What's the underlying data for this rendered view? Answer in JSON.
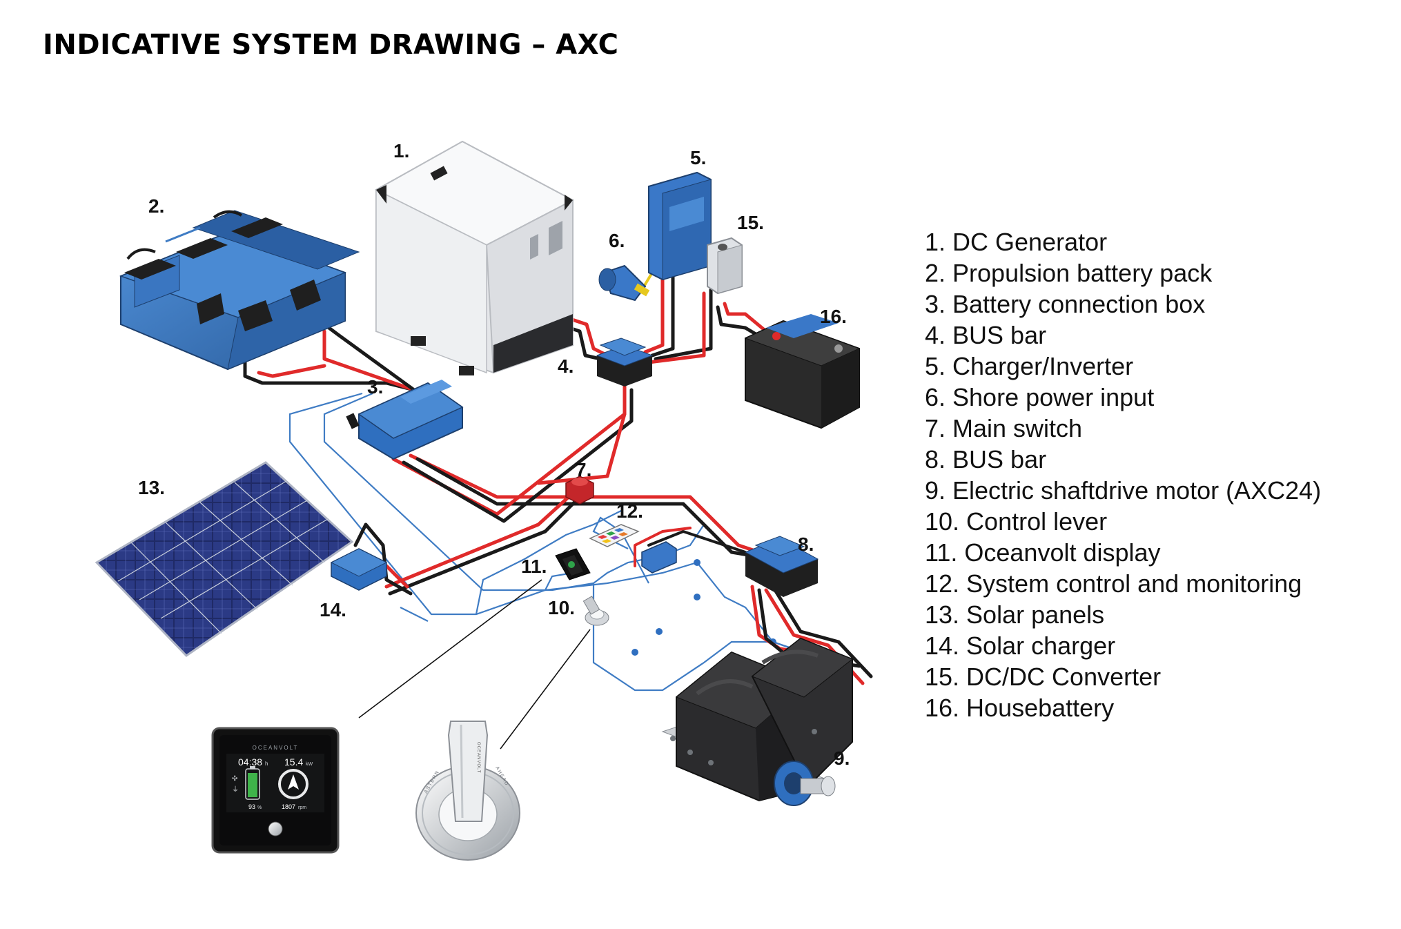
{
  "title": "INDICATIVE SYSTEM DRAWING – AXC",
  "callouts": [
    "1.",
    "2.",
    "3.",
    "4.",
    "5.",
    "6.",
    "7.",
    "8.",
    "9.",
    "10.",
    "11.",
    "12.",
    "13.",
    "14.",
    "15.",
    "16."
  ],
  "legend": [
    "1. DC Generator",
    "2. Propulsion battery pack",
    "3. Battery connection box",
    "4. BUS bar",
    "5. Charger/Inverter",
    "6. Shore power input",
    "7. Main switch",
    "8. BUS bar",
    "9. Electric shaftdrive motor (AXC24)",
    "10. Control lever",
    "11. Oceanvolt display",
    "12. System control and monitoring",
    "13. Solar panels",
    "14. Solar charger",
    "15. DC/DC Converter",
    "16. Housebattery"
  ],
  "display": {
    "brand": "OCEANVOLT",
    "time": "04:38",
    "time_unit": "h",
    "power": "15.4",
    "power_unit": "kW",
    "battery_percent": "93",
    "battery_unit": "%",
    "rpm": "1807",
    "rpm_unit": "rpm"
  },
  "lever": {
    "brand": "OCEANVOLT",
    "astern": "ASTERN",
    "ahead": "AHEAD"
  },
  "colors": {
    "cable_red": "#e02a2a",
    "cable_black": "#1a1a1a",
    "signal_blue": "#3f7cc4",
    "component_blue": "#3a78c8",
    "generator_white": "#ecedef"
  }
}
